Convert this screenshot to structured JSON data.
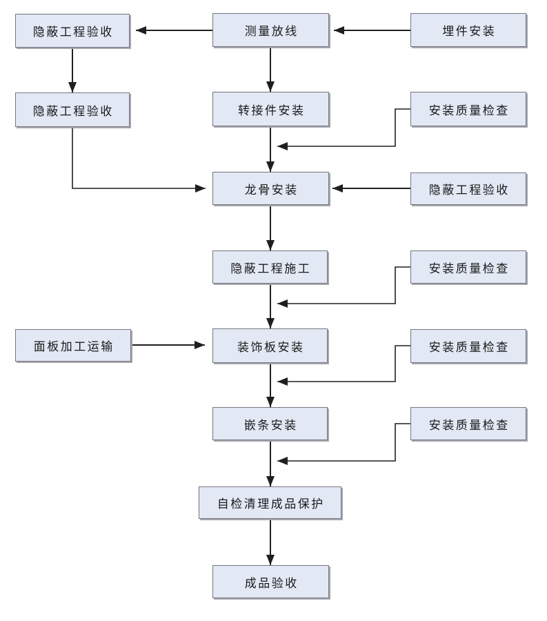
{
  "diagram": {
    "description": "curtain-wall / panel installation construction process flowchart",
    "colors": {
      "background": "#ffffff",
      "node_fill": "#e2e8f4",
      "node_border": "#75757f",
      "node_shadow": "#a6a6ae",
      "line": "#1f1f1f",
      "text": "#1a1a1a"
    },
    "nodes": [
      {
        "id": "hidden-acceptance-1",
        "label": "隐蔽工程验收"
      },
      {
        "id": "measure-layout",
        "label": "测量放线"
      },
      {
        "id": "embed-install",
        "label": "埋件安装"
      },
      {
        "id": "hidden-acceptance-2",
        "label": "隐蔽工程验收"
      },
      {
        "id": "adapter-install",
        "label": "转接件安装"
      },
      {
        "id": "quality-check-1",
        "label": "安装质量检查"
      },
      {
        "id": "keel-install",
        "label": "龙骨安装"
      },
      {
        "id": "hidden-acceptance-3",
        "label": "隐蔽工程验收"
      },
      {
        "id": "hidden-construction",
        "label": "隐蔽工程施工"
      },
      {
        "id": "quality-check-2",
        "label": "安装质量检查"
      },
      {
        "id": "panel-transport",
        "label": "面板加工运输"
      },
      {
        "id": "deco-panel-install",
        "label": "装饰板安装"
      },
      {
        "id": "quality-check-3",
        "label": "安装质量检查"
      },
      {
        "id": "inlay-install",
        "label": "嵌条安装"
      },
      {
        "id": "quality-check-4",
        "label": "安装质量检查"
      },
      {
        "id": "self-check-protect",
        "label": "自检清理成品保护"
      },
      {
        "id": "final-acceptance",
        "label": "成品验收"
      }
    ],
    "edges": [
      {
        "from": "embed-install",
        "to": "measure-layout"
      },
      {
        "from": "measure-layout",
        "to": "hidden-acceptance-1"
      },
      {
        "from": "hidden-acceptance-1",
        "to": "hidden-acceptance-2"
      },
      {
        "from": "measure-layout",
        "to": "adapter-install"
      },
      {
        "from": "adapter-install",
        "to": "keel-install"
      },
      {
        "from": "quality-check-1",
        "to": "keel-install"
      },
      {
        "from": "hidden-acceptance-2",
        "to": "keel-install"
      },
      {
        "from": "hidden-acceptance-3",
        "to": "keel-install"
      },
      {
        "from": "keel-install",
        "to": "hidden-construction"
      },
      {
        "from": "hidden-construction",
        "to": "deco-panel-install"
      },
      {
        "from": "quality-check-2",
        "to": "deco-panel-install"
      },
      {
        "from": "panel-transport",
        "to": "deco-panel-install"
      },
      {
        "from": "deco-panel-install",
        "to": "inlay-install"
      },
      {
        "from": "quality-check-3",
        "to": "inlay-install"
      },
      {
        "from": "inlay-install",
        "to": "self-check-protect"
      },
      {
        "from": "quality-check-4",
        "to": "self-check-protect"
      },
      {
        "from": "self-check-protect",
        "to": "final-acceptance"
      }
    ]
  }
}
